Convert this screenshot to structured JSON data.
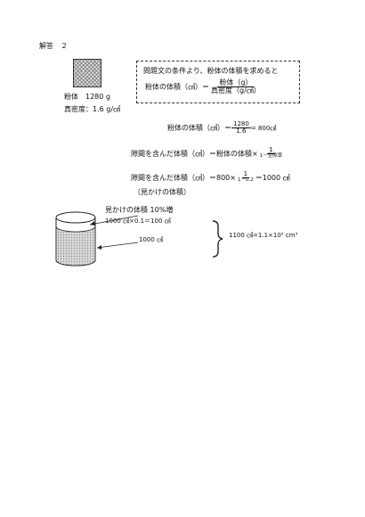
{
  "heading": "解答　２",
  "left": {
    "powder_label": "粉体　1280 g",
    "true_density": "真密度：1.6 g/㎤"
  },
  "box": {
    "line1": "問題文の条件より、粉体の体積を求めると",
    "eq_lhs": "粉体の体積（㎤）＝",
    "eq_num": "粉体（g）",
    "eq_den": "真密度（g/㎤）"
  },
  "eq1": {
    "lhs": "粉体の体積（㎤）＝",
    "num": "1280",
    "den": "1.6",
    "rhs": "= 800㎤"
  },
  "eq2": {
    "lhs": "隙間を含んだ体積（㎤）＝粉体の体積×",
    "num": "1",
    "den": "1－空隙率"
  },
  "eq3": {
    "lhs": "隙間を含んだ体積（㎤）＝800×",
    "num": "1",
    "den": "1－0.2",
    "rhs": "＝1000 ㎤",
    "note": "（見かけの体積）"
  },
  "diagram": {
    "increase_label": "見かけの体積 10%増",
    "calc_label": "1000 ㎤×0.1＝100 ㎤",
    "base_label": "1000 ㎤",
    "total_label": "1100 ㎤=1.1×10³ cm³"
  }
}
